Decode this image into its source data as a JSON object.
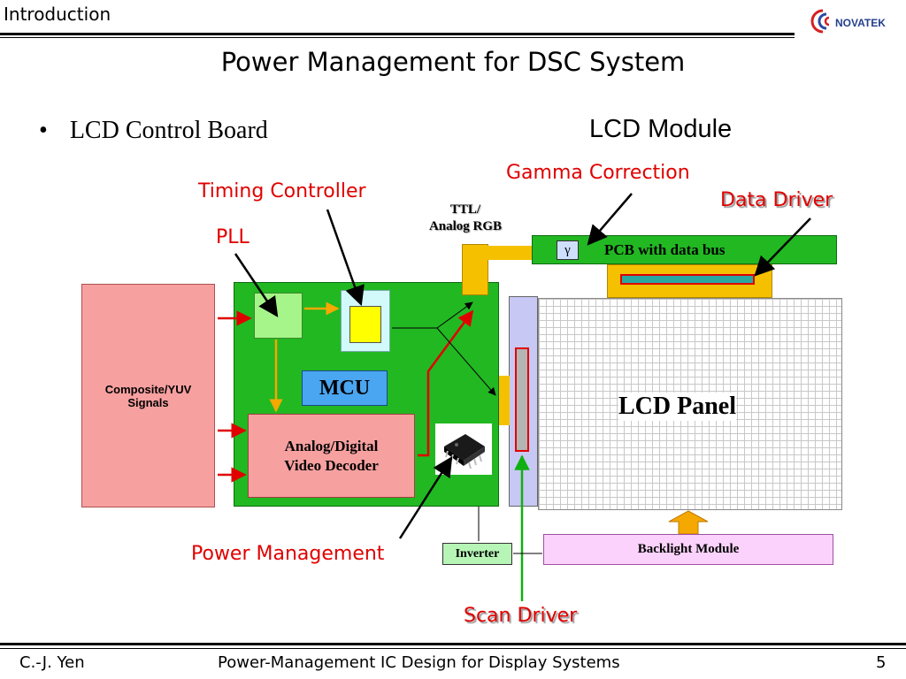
{
  "header": {
    "section": "Introduction",
    "title": "Power Management for DSC System",
    "logo_text": "NOVATEK"
  },
  "bullet": {
    "marker": "•",
    "text": "LCD Control Board"
  },
  "module_title": "LCD Module",
  "labels": {
    "gamma_correction": "Gamma Correction",
    "timing_controller": "Timing Controller",
    "data_driver": "Data Driver",
    "pll": "PLL",
    "ttl_line1": "TTL/",
    "ttl_line2": "Analog RGB",
    "power_management": "Power Management",
    "scan_driver": "Scan Driver"
  },
  "blocks": {
    "composite_line1": "Composite/YUV",
    "composite_line2": "Signals",
    "mcu": "MCU",
    "decoder_line1": "Analog/Digital",
    "decoder_line2": "Video Decoder",
    "gamma_symbol": "γ",
    "pcb": "PCB with data bus",
    "lcd_panel": "LCD Panel",
    "backlight": "Backlight Module",
    "inverter": "Inverter"
  },
  "footer": {
    "author": "C.-J. Yen",
    "course": "Power-Management IC Design for Display Systems",
    "page": "5"
  },
  "colors": {
    "label_red": "#e00000",
    "board_green": "#22b822",
    "pink": "#f7a0a0",
    "orange": "#f5a800",
    "mcu_blue": "#4aa6f0",
    "backlight_pink": "#fbd2fb",
    "scan_blue": "#c8c8f4"
  }
}
